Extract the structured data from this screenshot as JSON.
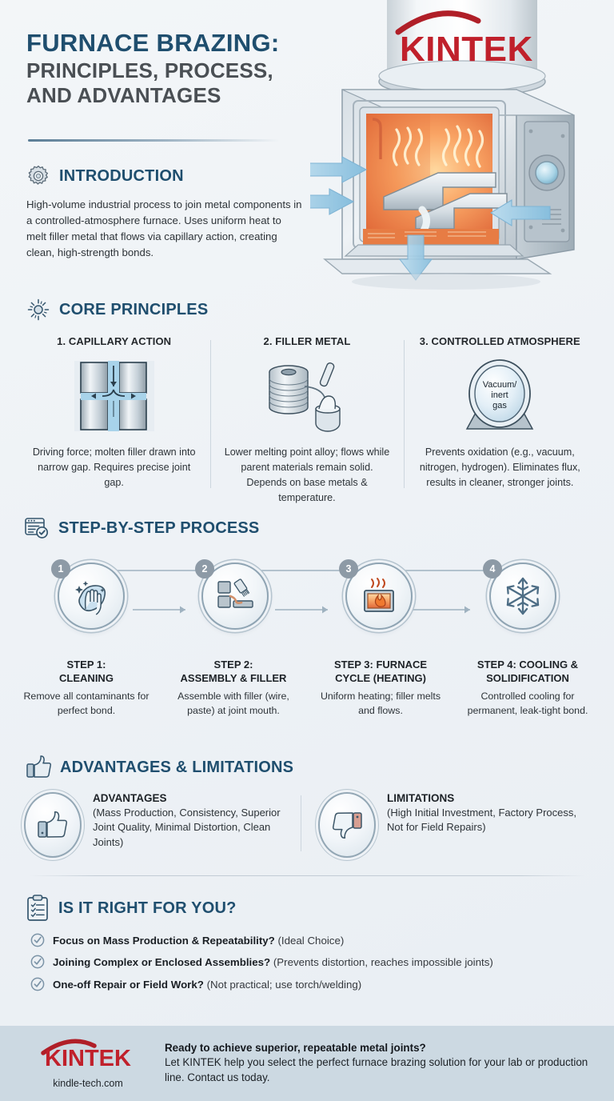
{
  "header": {
    "title_line1": "FURNACE BRAZING:",
    "title_line2": "PRINCIPLES, PROCESS,",
    "title_line3": "AND ADVANTAGES",
    "brand_logo": "KINTEK",
    "illustration": "furnace-cutaway-illustration"
  },
  "colors": {
    "heading_blue": "#1f4e6e",
    "subtitle_gray": "#4a4f54",
    "brand_red": "#c0202b",
    "footer_bg": "#ccd9e2",
    "page_bg": "#eef2f6",
    "accent_steel": "#8fa4b3"
  },
  "introduction": {
    "icon": "gear-icon",
    "title": "INTRODUCTION",
    "body": "High-volume industrial process to join metal components in a controlled-atmosphere furnace. Uses uniform heat to melt filler metal that flows via capillary action, creating clean, high-strength bonds."
  },
  "core_principles": {
    "icon": "sun-burst-icon",
    "title": "CORE PRINCIPLES",
    "items": [
      {
        "heading": "1. CAPILLARY ACTION",
        "icon": "capillary-joint-icon",
        "body": "Driving force; molten filler drawn into narrow gap. Requires precise joint gap."
      },
      {
        "heading": "2. FILLER METAL",
        "icon": "filler-spool-paste-icon",
        "body": "Lower melting point alloy; flows while parent materials remain solid. Depends on base metals & temperature."
      },
      {
        "heading": "3. CONTROLLED ATMOSPHERE",
        "icon": "vacuum-chamber-icon",
        "icon_label": "Vacuum/ inert gas",
        "icon_label_lines": [
          "Vacuum/",
          "inert",
          "gas"
        ],
        "body": "Prevents oxidation (e.g., vacuum, nitrogen, hydrogen). Eliminates flux, results in cleaner, stronger joints."
      }
    ]
  },
  "process": {
    "icon": "checklist-window-icon",
    "title": "STEP-BY-STEP PROCESS",
    "steps": [
      {
        "number": "1",
        "icon": "cleaning-wipe-hand-icon",
        "title": "STEP 1: CLEANING",
        "title_lines": [
          "STEP 1:",
          "CLEANING"
        ],
        "body": "Remove all contaminants for perfect bond."
      },
      {
        "number": "2",
        "icon": "assembly-filler-brush-icon",
        "title": "STEP 2: ASSEMBLY & FILLER",
        "title_lines": [
          "STEP 2:",
          "ASSEMBLY & FILLER"
        ],
        "body": "Assemble with filler (wire, paste) at joint mouth."
      },
      {
        "number": "3",
        "icon": "furnace-flame-icon",
        "title": "STEP 3: FURNACE CYCLE (HEATING)",
        "title_lines": [
          "STEP 3: FURNACE",
          "CYCLE (HEATING)"
        ],
        "body": "Uniform heating; filler melts and flows."
      },
      {
        "number": "4",
        "icon": "snowflake-icon",
        "title": "STEP 4: COOLING & SOLIDIFICATION",
        "title_lines": [
          "STEP 4: COOLING &",
          "SOLIDIFICATION"
        ],
        "body": "Controlled cooling for permanent, leak-tight bond."
      }
    ]
  },
  "advantages_section": {
    "icon": "thumbs-up-icon",
    "title": "ADVANTAGES & LIMITATIONS",
    "advantages": {
      "icon": "thumbs-up-badge-icon",
      "heading": "ADVANTAGES",
      "body": "(Mass Production, Consistency, Superior Joint Quality, Minimal Distortion, Clean Joints)"
    },
    "limitations": {
      "icon": "thumbs-down-badge-icon",
      "heading": "LIMITATIONS",
      "body": "(High Initial Investment, Factory Process, Not for Field Repairs)"
    }
  },
  "right_for_you": {
    "icon": "clipboard-checklist-icon",
    "title": "IS IT RIGHT FOR YOU?",
    "items": [
      {
        "icon": "check-circle-icon",
        "bold": "Focus on Mass Production & Repeatability?",
        "rest": "(Ideal Choice)"
      },
      {
        "icon": "check-circle-icon",
        "bold": "Joining Complex or Enclosed Assemblies?",
        "rest": "(Prevents distortion, reaches impossible joints)"
      },
      {
        "icon": "check-circle-icon",
        "bold": "One-off Repair or Field Work?",
        "rest": "(Not practical; use torch/welding)"
      }
    ]
  },
  "footer": {
    "logo": "KINTEK",
    "url": "kindle-tech.com",
    "headline": "Ready to achieve superior, repeatable metal joints?",
    "body": "Let KINTEK help you select the perfect furnace brazing solution for your lab or production line. Contact us today."
  }
}
